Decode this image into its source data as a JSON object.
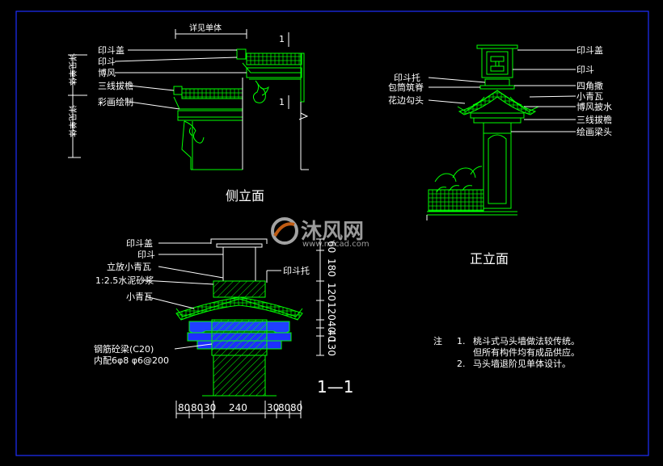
{
  "side_elevation": {
    "title": "侧立面",
    "top_note": "详见单体",
    "section_mark": "1",
    "left_note_upper": "详见单体",
    "left_note_lower": "详见单体",
    "labels": [
      "印斗盖",
      "印斗",
      "博风",
      "三线拔檐",
      "彩画绘制"
    ]
  },
  "front_elevation": {
    "title": "正立面",
    "labels_right": [
      "印斗盖",
      "印斗",
      "四角撒",
      "小青瓦",
      "博风披水",
      "三线拔檐",
      "绘画梁头"
    ],
    "labels_left": [
      "印斗托",
      "包筒筑脊",
      "花边勾头"
    ]
  },
  "section_1_1": {
    "title": "1—1",
    "labels": [
      "印斗盖",
      "印斗",
      "立放小青瓦",
      "1:2.5水泥砂浆",
      "小青瓦",
      "钢筋砼梁(C20)",
      "内配6φ8 φ6@200"
    ],
    "right_label": "印斗托",
    "dims_vertical": [
      "60",
      "180",
      "120",
      "120",
      "40",
      "40",
      "130"
    ],
    "dims_horizontal": [
      "80",
      "80",
      "30",
      "240",
      "30",
      "80",
      "80"
    ]
  },
  "notes": {
    "prefix": "注",
    "items": [
      {
        "num": "1.",
        "lines": [
          "桃斗式马头墙做法较传统。",
          "但所有构件均有成品供应。"
        ]
      },
      {
        "num": "2.",
        "lines": [
          "马头墙退阶见单体设计。"
        ]
      }
    ]
  },
  "watermark": {
    "cn": "沐风网",
    "url": "www.mfcad.com"
  },
  "colors": {
    "background": "#000000",
    "frame": "#1e2eff",
    "lines": "#00ff00",
    "text": "#ffffff",
    "fill_blue": "#2040ff"
  }
}
